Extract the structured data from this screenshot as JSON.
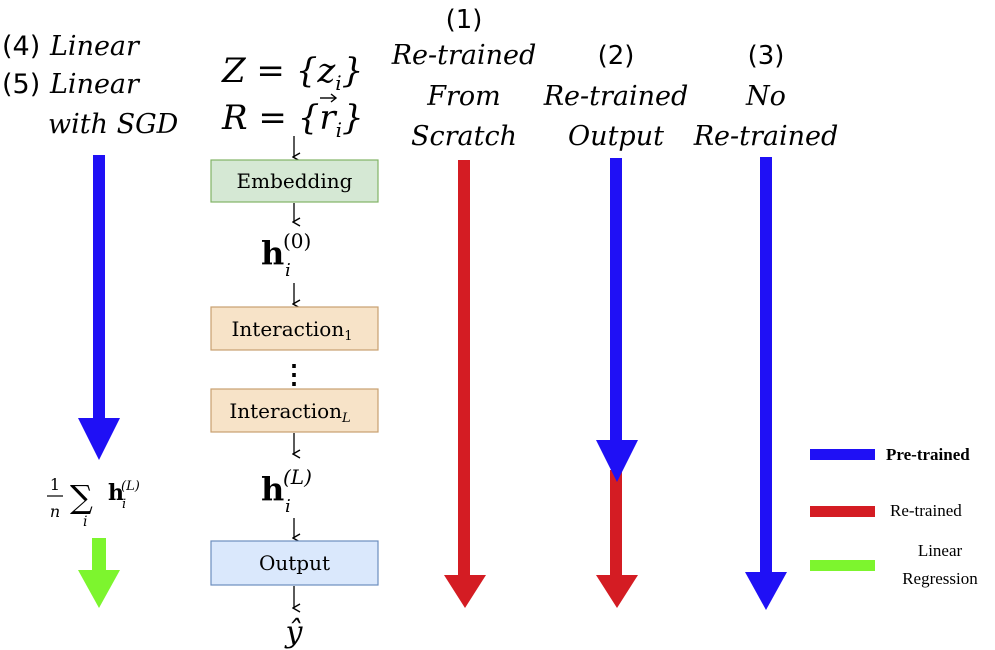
{
  "colors": {
    "pretrained": "#1f10f5",
    "retrained": "#d41c23",
    "linear_regression": "#7df52e",
    "embedding_box": "#d5e8d4",
    "embedding_border": "#82b366",
    "interaction_box": "#f7e3c8",
    "interaction_border": "#c8a070",
    "output_box": "#dae8fc",
    "output_border": "#6c8ebf"
  },
  "left_column": {
    "line1_num": "(4)",
    "line1_text": "Linear",
    "line2_num": "(5)",
    "line2_text": "Linear",
    "line3_text": "with SGD",
    "mean_frac_num": "1",
    "mean_frac_den": "n",
    "mean_sum": "∑",
    "mean_sub": "i",
    "mean_h": "h",
    "mean_h_sub": "i",
    "mean_h_sup": "(L)"
  },
  "inputs": {
    "z_line": "Z = {z",
    "z_sub": "i",
    "z_close": "}",
    "r_line": "R = {r",
    "r_sub": "i",
    "r_close": "}"
  },
  "pipeline": {
    "embedding": "Embedding",
    "h0": "h",
    "h0_sub": "i",
    "h0_sup": "(0)",
    "interaction1": "Interaction",
    "interaction1_sub": "1",
    "dots": "⋮",
    "interactionL": "Interaction",
    "interactionL_sub": "L",
    "hL": "h",
    "hL_sub": "i",
    "hL_sup": "(L)",
    "output": "Output",
    "yhat": "ŷ"
  },
  "columns": [
    {
      "num": "(1)",
      "line1": "Re-trained",
      "line2": "From",
      "line3": "Scratch"
    },
    {
      "num": "(2)",
      "line1": "Re-trained",
      "line2": "Output"
    },
    {
      "num": "(3)",
      "line1": "No",
      "line2": "Re-trained"
    }
  ],
  "legend": [
    {
      "label": "Pre-trained",
      "color": "#1f10f5",
      "bold": true
    },
    {
      "label": "Re-trained",
      "color": "#d41c23",
      "bold": false
    },
    {
      "label": "Linear",
      "label2": "Regression",
      "color": "#7df52e",
      "bold": false
    }
  ]
}
